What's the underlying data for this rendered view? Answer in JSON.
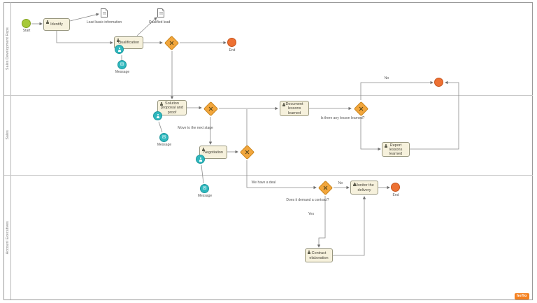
{
  "diagram": {
    "lanes": {
      "lane1": "Sales Development Reps",
      "lane2": "Sales",
      "lane3": "Account Executives"
    },
    "nodes": {
      "start_label": "Start",
      "task_identify": "Identify",
      "doc_lead_info": "Lead basic information",
      "doc_qualified_lead": "Qualified lead",
      "task_qualification": "Qualification",
      "event_message_1": "Message",
      "end_top_label": "End",
      "task_solution": "Solution proposal and proof",
      "event_message_2": "Message",
      "task_negotiation": "Negotiation",
      "event_message_3": "Message",
      "task_document_lessons": "Document lessons learned",
      "task_report_lessons": "Report lessons learned",
      "task_monitor_delivery": "Monitor the delivery",
      "task_contract": "Contract elaboration",
      "end_bottom_label": "End"
    },
    "flow_labels": {
      "move_to_next_stage": "Move to the next stage",
      "is_lesson_learned": "Is there any lesson learned?",
      "no_lesson": "No",
      "we_have_a_deal": "We have a deal",
      "no_contract": "No",
      "demand_contract": "Does it demand a contract?",
      "yes_contract": "Yes"
    },
    "icons": {
      "envelope": "✉"
    },
    "watermark": "heflo",
    "colors": {
      "task_fill": "#F6F1DC",
      "gateway_fill": "#F2A63C",
      "start_fill": "#A6C939",
      "end_fill": "#ED7133",
      "intermediate_fill": "#2FB8BE"
    }
  }
}
